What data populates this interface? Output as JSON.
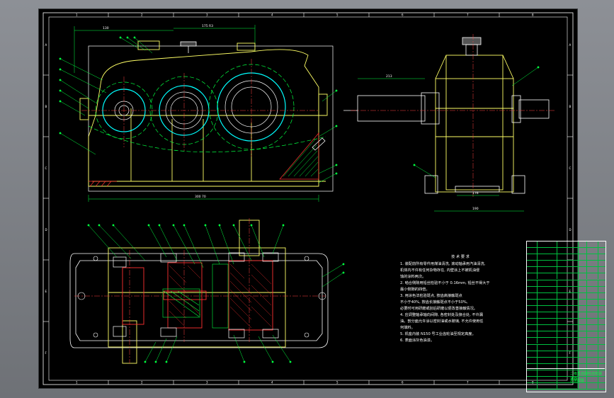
{
  "drawing": {
    "background": "#000000",
    "line_colors": {
      "outline": "#ffffff",
      "body": "#ffff66",
      "ring": "#00ffff",
      "gear": "#00ff40",
      "center": "#ff4040",
      "section": "#ff3030",
      "hatch": "#00ff40",
      "dimension": "#00ff40",
      "balloon": "#00ff40"
    },
    "border_marks": {
      "top": [
        "1",
        "2",
        "3",
        "4",
        "5",
        "6",
        "7",
        "8"
      ],
      "side": [
        "A",
        "B",
        "C",
        "D",
        "E",
        "F"
      ]
    }
  },
  "front_view": {
    "overall_dim": "300 70",
    "top_dims": [
      "130",
      "175 R3"
    ]
  },
  "side_view": {
    "dims": [
      "213",
      "190",
      "176"
    ]
  },
  "technical_notes": {
    "title": "技 术 要 求",
    "lines": [
      "1. 装配前所有零件用煤油清洗, 滚动轴承用汽油清洗,",
      "   机体内不许有任何杂物存在, 内壁涂上不被机油侵",
      "   蚀的涂料两次。",
      "2. 啮合侧隙用铅丝检验不小于 0.16mm, 铅丝不得大于",
      "   最小侧隙的四倍。",
      "3. 用涂色法检验斑点, 按齿高接触斑点",
      "   不小于40%, 按齿长接触斑点不小于50%,",
      "   必要时可用研磨或刮后研磨以便改善接触情况。",
      "4. 应调整轴承轴向间隙, 各密封处及接合处, 不许漏",
      "   油。剖分面允许涂以密封油或水玻璃, 不允许使用任",
      "   何填料。",
      "5. 机座内装 N150 号工业齿轮油至规定高度。",
      "6. 表面涂灰色油漆。"
    ]
  },
  "bom": {
    "rows": 23
  },
  "title_block": {
    "name": "二级直齿圆柱齿轮减速器",
    "code": "总装配图"
  }
}
